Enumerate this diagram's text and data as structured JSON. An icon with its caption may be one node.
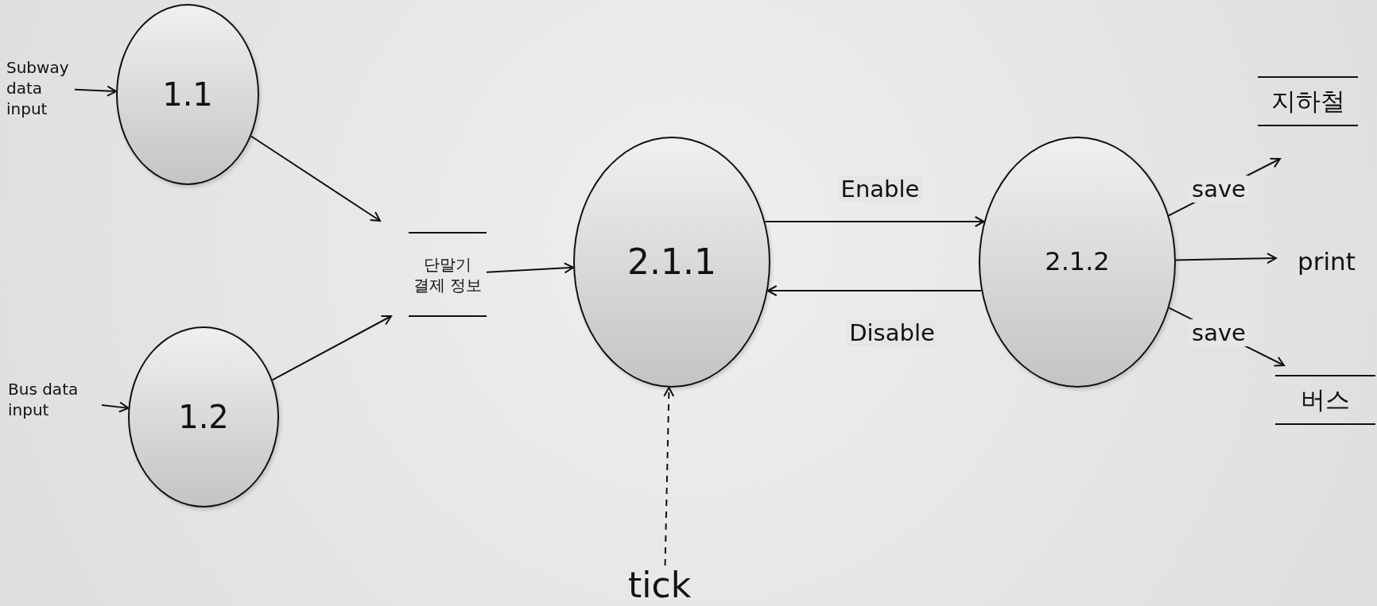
{
  "diagram": {
    "nodes": [
      {
        "text": [
          "Subway data input"
        ]
      },
      {
        "text": [
          "1.1"
        ]
      },
      {
        "text": [
          "Bus data input"
        ]
      },
      {
        "text": [
          "1.2"
        ]
      },
      {
        "text": [
          "단말기 결제 정보"
        ]
      },
      {
        "text": [
          "2.1.1"
        ]
      },
      {
        "text": [
          "2.1.2"
        ]
      },
      {
        "text": [
          "지하철"
        ]
      },
      {
        "text": [
          "print"
        ]
      },
      {
        "text": [
          "버스"
        ]
      },
      {
        "text": [
          "tick"
        ]
      }
    ],
    "edges": [
      {
        "from": 0,
        "to": 1,
        "arrow": "to"
      },
      {
        "from": 2,
        "to": 3,
        "arrow": "to"
      },
      {
        "from": 1,
        "to": 4,
        "arrow": "to"
      },
      {
        "from": 3,
        "to": 4,
        "arrow": "to"
      },
      {
        "from": 4,
        "to": 5,
        "arrow": "to"
      },
      {
        "from": 5,
        "to": 6,
        "arrow": "to",
        "label": "Enable"
      },
      {
        "from": 6,
        "to": 5,
        "arrow": "to",
        "label": "Disable"
      },
      {
        "from": 6,
        "to": 7,
        "arrow": "to",
        "label": "save"
      },
      {
        "from": 6,
        "to": 8,
        "arrow": "to"
      },
      {
        "from": 6,
        "to": 9,
        "arrow": "to",
        "label": "save"
      },
      {
        "from": 10,
        "to": 5,
        "arrow": "to",
        "style": "dashed"
      }
    ]
  }
}
